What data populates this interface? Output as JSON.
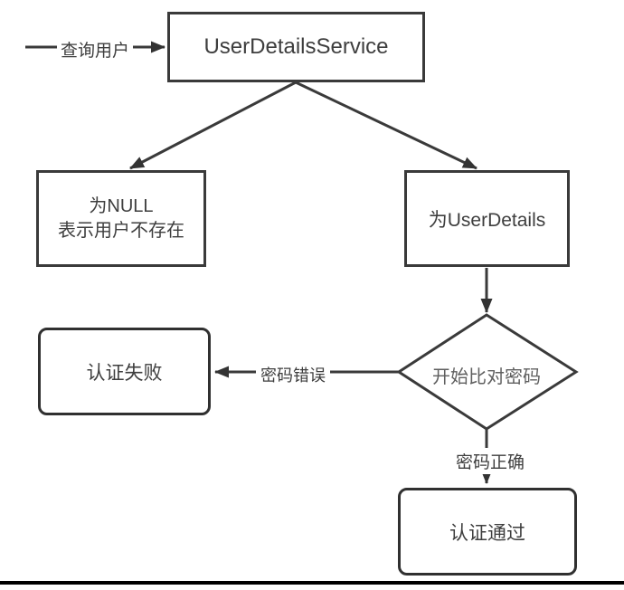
{
  "diagram": {
    "type": "flowchart",
    "nodes": {
      "service": {
        "label": "UserDetailsService"
      },
      "null_result": {
        "label_line1": "为NULL",
        "label_line2": "表示用户不存在"
      },
      "userdetails": {
        "label": "为UserDetails"
      },
      "decision": {
        "label": "开始比对密码"
      },
      "auth_fail": {
        "label": "认证失败"
      },
      "auth_pass": {
        "label": "认证通过"
      }
    },
    "edges": {
      "query_user": {
        "label": "查询用户"
      },
      "wrong_password": {
        "label": "密码错误"
      },
      "correct_password": {
        "label": "密码正确"
      }
    },
    "colors": {
      "stroke": "#3a3a3a",
      "arrowhead": "#333333",
      "node_text": "#3e3e3e",
      "decision_text": "#5f5f5f",
      "background": "#ffffff",
      "bottom_rule": "#000000"
    }
  }
}
